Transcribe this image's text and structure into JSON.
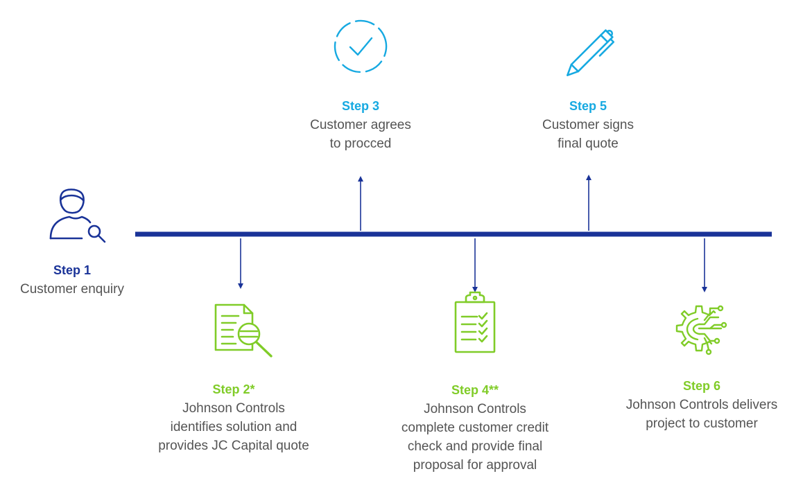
{
  "colors": {
    "navy": "#1a3398",
    "cyan": "#16a9e1",
    "green": "#80cc28",
    "text": "#545454"
  },
  "steps": [
    {
      "title": "Step 1",
      "lines": [
        "Customer enquiry"
      ],
      "icon": "customer-search-icon",
      "title_color": "navy"
    },
    {
      "title": "Step 2*",
      "lines": [
        "Johnson Controls",
        "identifies solution and",
        "provides JC Capital quote"
      ],
      "icon": "document-search-icon",
      "title_color": "green"
    },
    {
      "title": "Step 3",
      "lines": [
        "Customer agrees",
        "to procced"
      ],
      "icon": "checkmark-circle-icon",
      "title_color": "cyan"
    },
    {
      "title": "Step 4**",
      "lines": [
        "Johnson Controls",
        "complete customer credit",
        "check and provide final",
        "proposal for approval"
      ],
      "icon": "clipboard-checklist-icon",
      "title_color": "green"
    },
    {
      "title": "Step 5",
      "lines": [
        "Customer signs",
        "final quote"
      ],
      "icon": "pen-icon",
      "title_color": "cyan"
    },
    {
      "title": "Step 6",
      "lines": [
        "Johnson Controls delivers",
        "project to customer"
      ],
      "icon": "gear-circuit-icon",
      "title_color": "green"
    }
  ]
}
